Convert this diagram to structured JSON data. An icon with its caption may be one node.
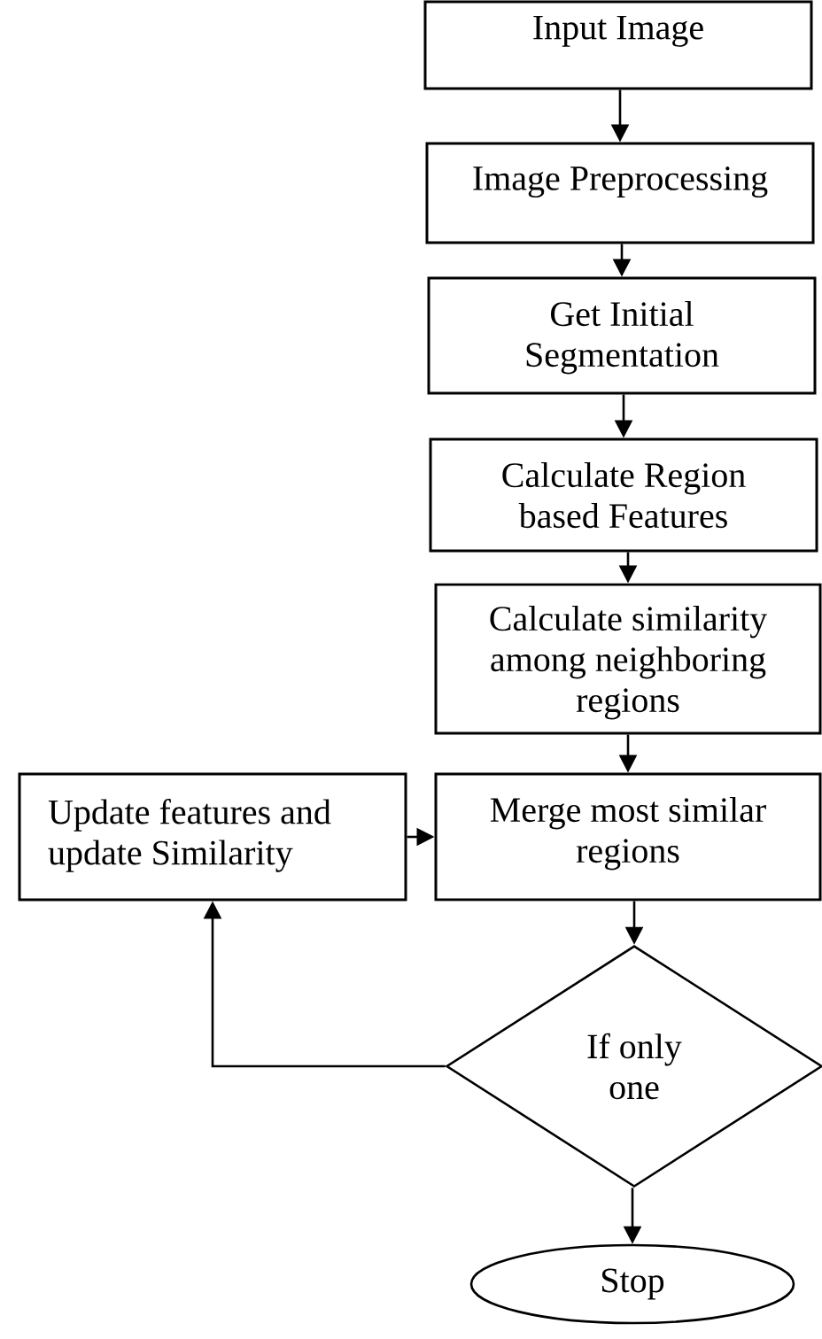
{
  "diagram": {
    "nodes": [
      {
        "text": [
          "Input Image"
        ]
      },
      {
        "text": [
          "Image Preprocessing"
        ]
      },
      {
        "text": [
          "Get Initial Segmentation"
        ]
      },
      {
        "text": [
          "Calculate Region based Features"
        ]
      },
      {
        "text": [
          "Calculate similarity among neighboring regions"
        ]
      },
      {
        "text": [
          "Update features and update Similarity"
        ]
      },
      {
        "text": [
          "Merge most similar regions"
        ]
      },
      {
        "text": [
          "If only one"
        ]
      },
      {
        "text": [
          "Stop"
        ]
      }
    ],
    "edges": [
      {
        "from": 0,
        "to": 1,
        "arrow": "to"
      },
      {
        "from": 1,
        "to": 2,
        "arrow": "to"
      },
      {
        "from": 2,
        "to": 3,
        "arrow": "to"
      },
      {
        "from": 3,
        "to": 4,
        "arrow": "to"
      },
      {
        "from": 4,
        "to": 6,
        "arrow": "to"
      },
      {
        "from": 5,
        "to": 6,
        "arrow": "to"
      },
      {
        "from": 6,
        "to": 7,
        "arrow": "to"
      },
      {
        "from": 7,
        "to": 8,
        "arrow": "to"
      },
      {
        "from": 7,
        "to": 5,
        "arrow": "to"
      }
    ]
  }
}
